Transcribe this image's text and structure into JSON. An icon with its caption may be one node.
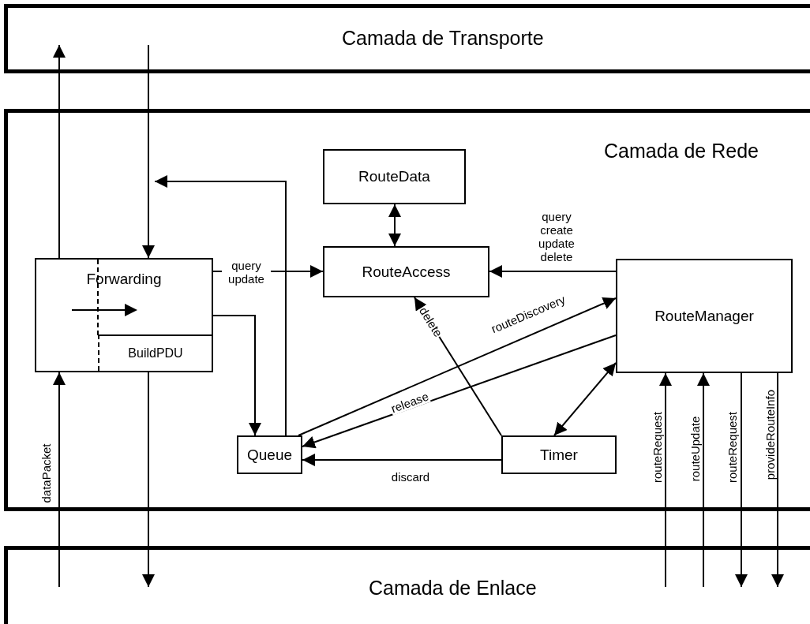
{
  "diagram": {
    "nodes": [
      {
        "text": [
          "Camada de Transporte"
        ]
      },
      {
        "text": [
          "Camada de Rede"
        ]
      },
      {
        "text": [
          "RouteData"
        ],
        "in": 1
      },
      {
        "text": [
          "Forwarding"
        ],
        "in": 1
      },
      {
        "text": [
          "BuildPDU"
        ],
        "in": 3
      },
      {
        "text": [
          "RouteAccess"
        ],
        "in": 1
      },
      {
        "text": [
          "RouteManager"
        ],
        "in": 1
      },
      {
        "text": [
          "Queue"
        ],
        "in": 1
      },
      {
        "text": [
          "Timer"
        ],
        "in": 1
      },
      {
        "text": [
          "Camada de Enlace"
        ]
      }
    ],
    "edges": [
      {
        "from": 3,
        "to": 0,
        "arrow": "to"
      },
      {
        "from": 0,
        "to": 3,
        "arrow": "to"
      },
      {
        "from": 7,
        "to": null,
        "arrow": "to"
      },
      {
        "from": 3,
        "to": 5,
        "arrow": "to",
        "label": "query update"
      },
      {
        "from": 3,
        "to": 7,
        "arrow": "to"
      },
      {
        "from": 2,
        "to": 5,
        "arrow": "both"
      },
      {
        "from": 6,
        "to": 5,
        "arrow": "to",
        "label": "query create update delete"
      },
      {
        "from": 8,
        "to": 5,
        "arrow": "to",
        "label": "delete"
      },
      {
        "from": 7,
        "to": 6,
        "arrow": "to",
        "label": "routeDiscovery"
      },
      {
        "from": 6,
        "to": 7,
        "arrow": "to",
        "label": "release"
      },
      {
        "from": 8,
        "to": 6,
        "arrow": "both"
      },
      {
        "from": 8,
        "to": 7,
        "arrow": "to",
        "label": "discard"
      },
      {
        "from": 9,
        "to": 3,
        "arrow": "to",
        "label": "dataPacket"
      },
      {
        "from": 4,
        "to": 9,
        "arrow": "to"
      },
      {
        "from": 9,
        "to": 6,
        "arrow": "to",
        "label": "routeRequest"
      },
      {
        "from": 9,
        "to": 6,
        "arrow": "to",
        "label": "routeUpdate"
      },
      {
        "from": 6,
        "to": 9,
        "arrow": "to",
        "label": "routeRequest"
      },
      {
        "from": 6,
        "to": 9,
        "arrow": "to",
        "label": "provideRouteInfo"
      }
    ]
  }
}
